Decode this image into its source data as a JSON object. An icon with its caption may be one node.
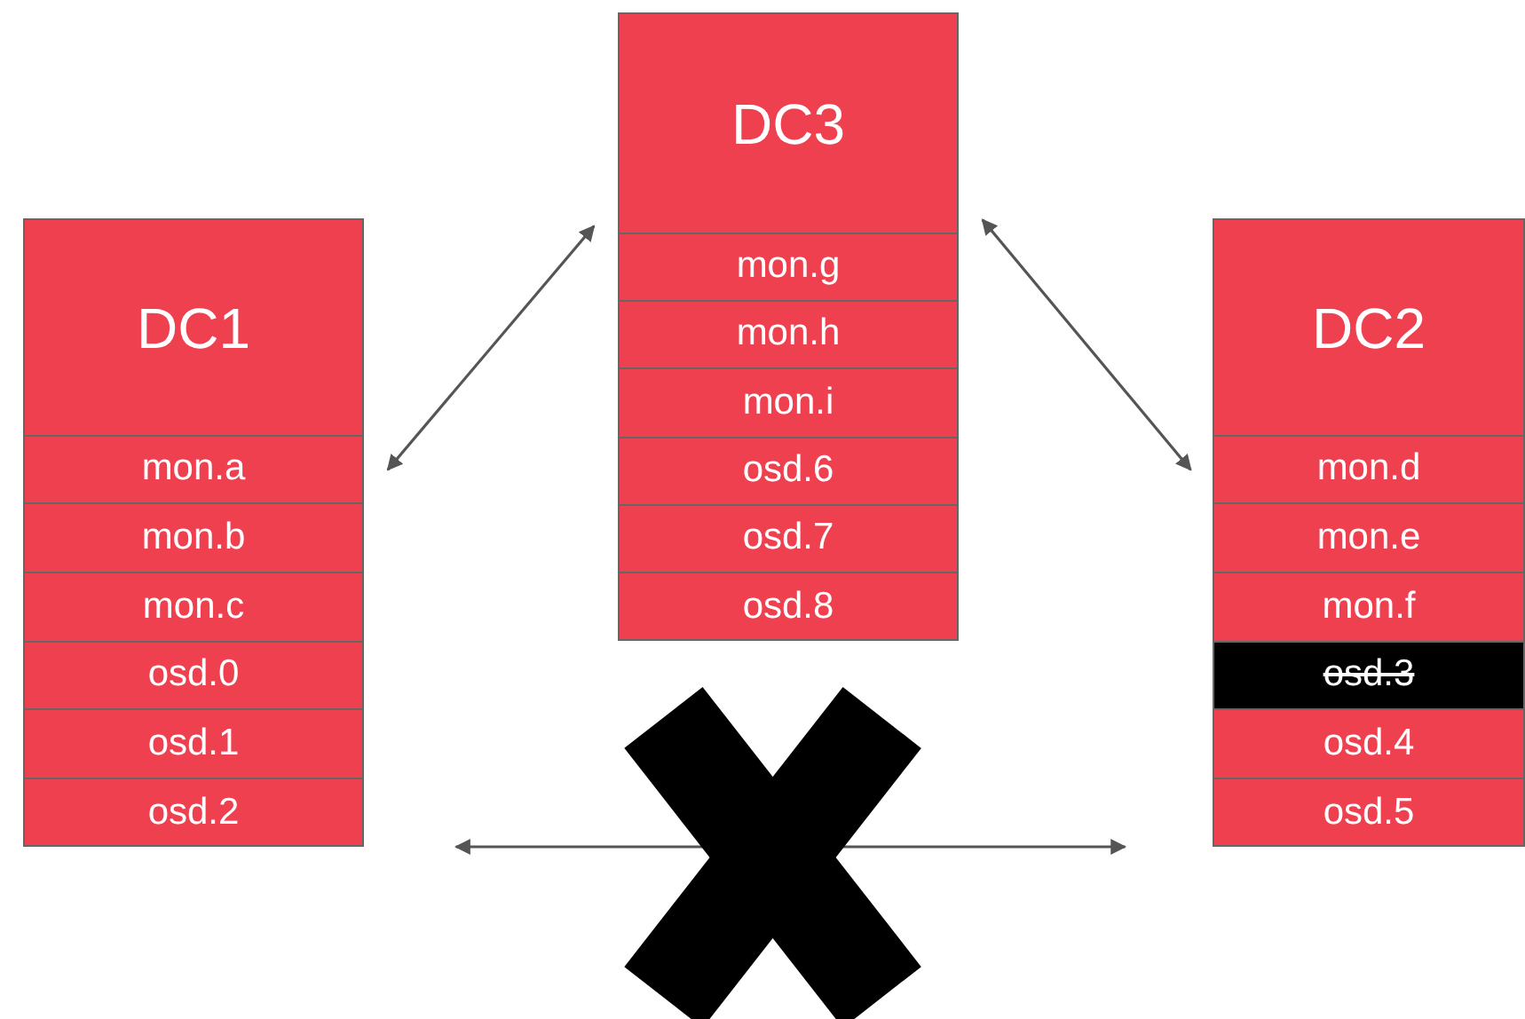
{
  "diagram": {
    "nodes": [
      {
        "text": [
          "DC1"
        ]
      },
      {
        "text": [
          "mon.a"
        ],
        "in": 0
      },
      {
        "text": [
          "mon.b"
        ],
        "in": 0
      },
      {
        "text": [
          "mon.c"
        ],
        "in": 0
      },
      {
        "text": [
          "osd.0"
        ],
        "in": 0
      },
      {
        "text": [
          "osd.1"
        ],
        "in": 0
      },
      {
        "text": [
          "osd.2"
        ],
        "in": 0
      },
      {
        "text": [
          "DC3"
        ]
      },
      {
        "text": [
          "mon.g"
        ],
        "in": 7
      },
      {
        "text": [
          "mon.h"
        ],
        "in": 7
      },
      {
        "text": [
          "mon.i"
        ],
        "in": 7
      },
      {
        "text": [
          "osd.6"
        ],
        "in": 7
      },
      {
        "text": [
          "osd.7"
        ],
        "in": 7
      },
      {
        "text": [
          "osd.8"
        ],
        "in": 7
      },
      {
        "text": [
          "DC2"
        ]
      },
      {
        "text": [
          "mon.d"
        ],
        "in": 14
      },
      {
        "text": [
          "mon.e"
        ],
        "in": 14
      },
      {
        "text": [
          "mon.f"
        ],
        "in": 14
      },
      {
        "text": [
          "osd.3"
        ],
        "in": 14
      },
      {
        "text": [
          "osd.4"
        ],
        "in": 14
      },
      {
        "text": [
          "osd.5"
        ],
        "in": 14
      }
    ],
    "edges": [
      {
        "from": 0,
        "to": 7,
        "arrow": "both"
      },
      {
        "from": 7,
        "to": 14,
        "arrow": "both"
      },
      {
        "from": 0,
        "to": 14,
        "arrow": "both"
      }
    ]
  }
}
